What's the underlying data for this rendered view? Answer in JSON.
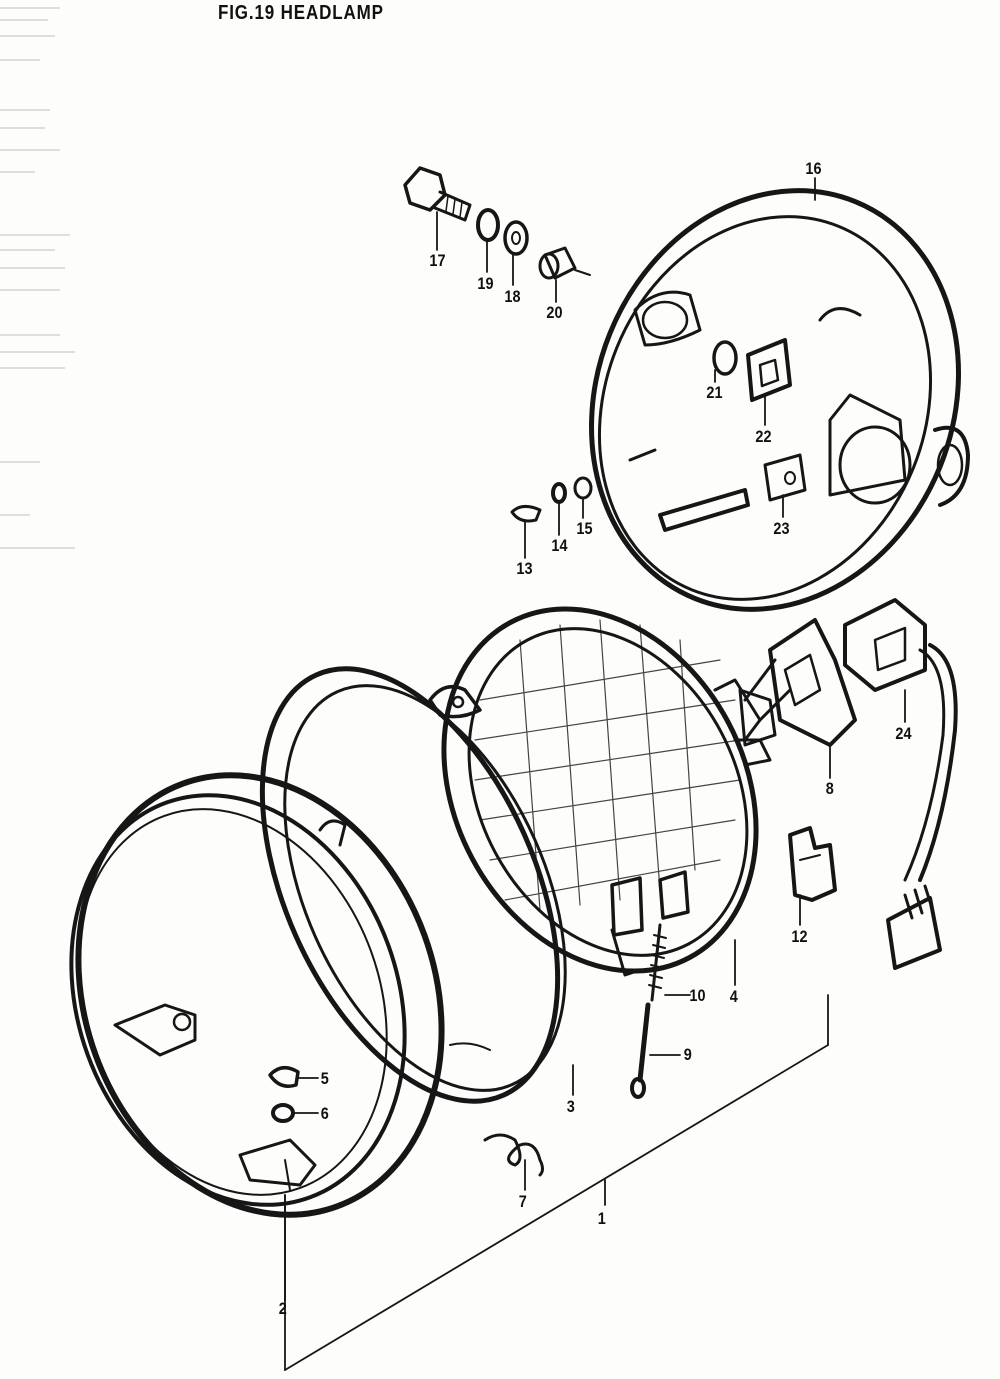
{
  "figure": {
    "title": "FIG.19 HEADLAMP"
  },
  "callouts": [
    {
      "key": "c1",
      "label": "1"
    },
    {
      "key": "c2",
      "label": "2"
    },
    {
      "key": "c3",
      "label": "3"
    },
    {
      "key": "c4",
      "label": "4"
    },
    {
      "key": "c5",
      "label": "5"
    },
    {
      "key": "c6",
      "label": "6"
    },
    {
      "key": "c7",
      "label": "7"
    },
    {
      "key": "c8",
      "label": "8"
    },
    {
      "key": "c9",
      "label": "9"
    },
    {
      "key": "c10",
      "label": "10"
    },
    {
      "key": "c12",
      "label": "12"
    },
    {
      "key": "c13",
      "label": "13"
    },
    {
      "key": "c14",
      "label": "14"
    },
    {
      "key": "c15",
      "label": "15"
    },
    {
      "key": "c16",
      "label": "16"
    },
    {
      "key": "c17",
      "label": "17"
    },
    {
      "key": "c18",
      "label": "18"
    },
    {
      "key": "c19",
      "label": "19"
    },
    {
      "key": "c20",
      "label": "20"
    },
    {
      "key": "c21",
      "label": "21"
    },
    {
      "key": "c22",
      "label": "22"
    },
    {
      "key": "c23",
      "label": "23"
    },
    {
      "key": "c24",
      "label": "24"
    }
  ]
}
